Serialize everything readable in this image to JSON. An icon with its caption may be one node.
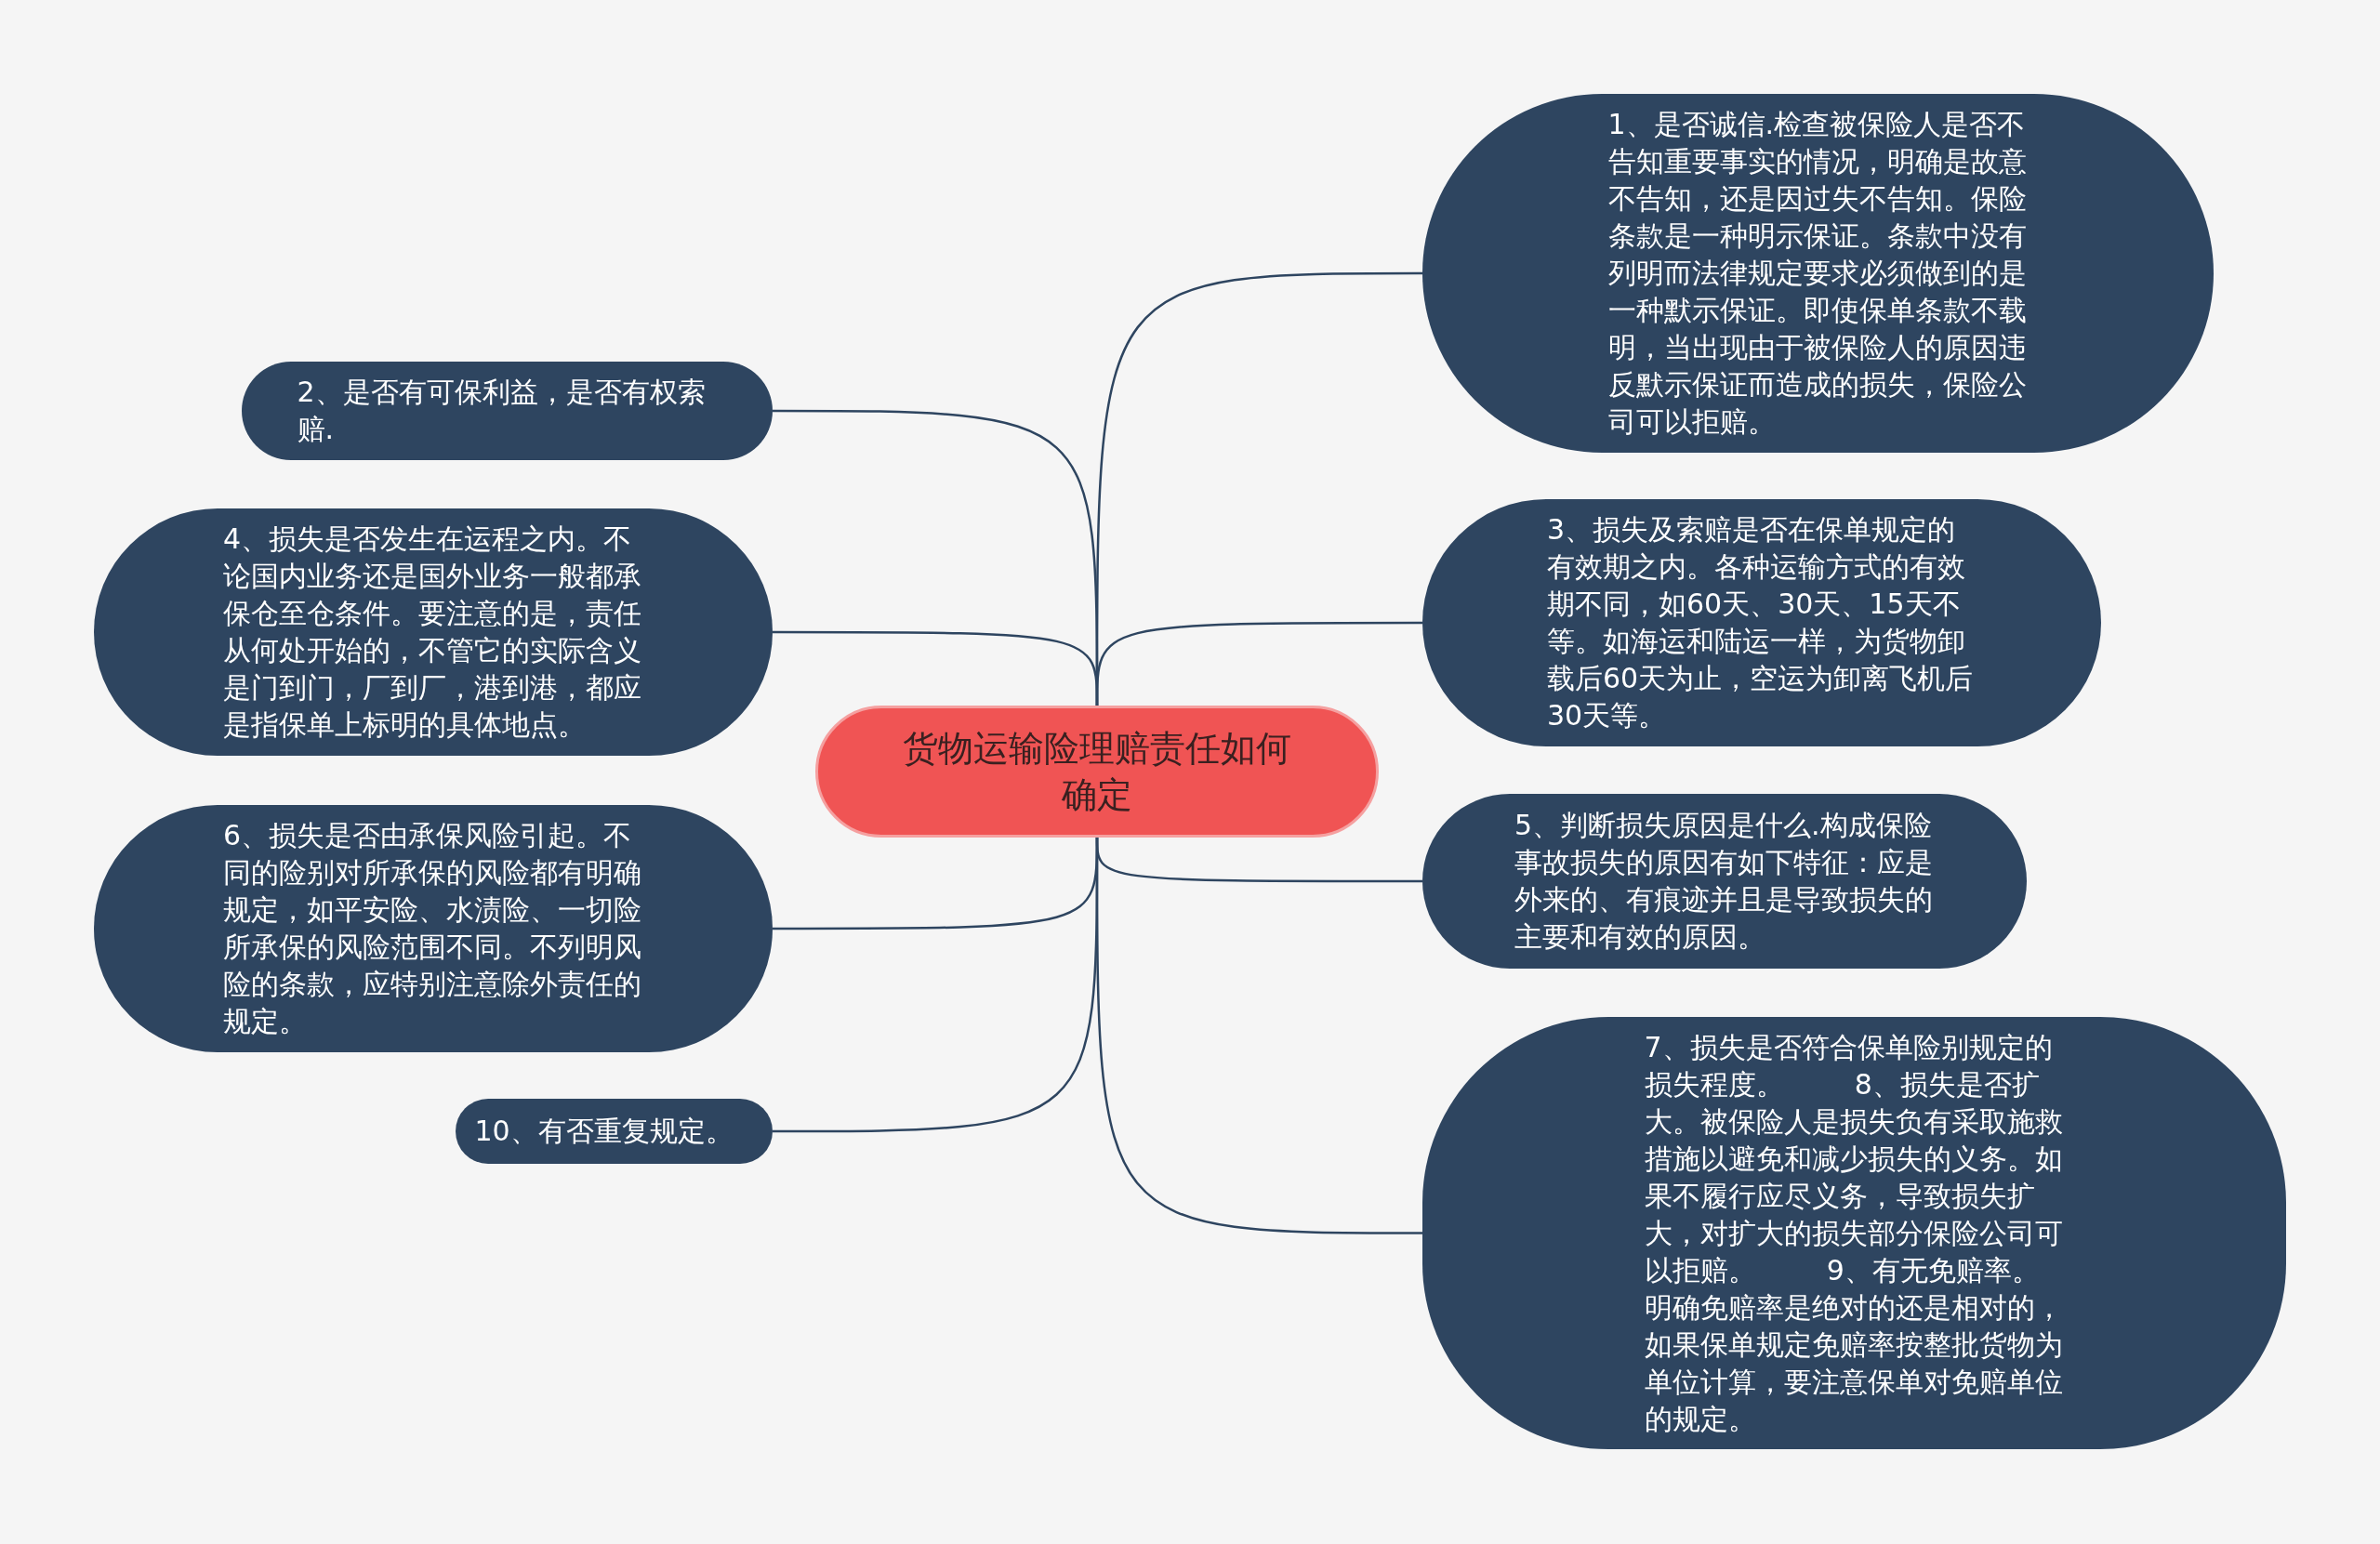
{
  "diagram": {
    "nodes": [
      {
        "text": [
          "货物运输险理赔责任如何确定"
        ]
      },
      {
        "text": [
          "1、是否诚信.检查被保险人是否不告知重要事实的情况，明确是故意不告知，还是因过失不告知。保险条款是一种明示保证。条款中没有列明而法律规定要求必须做到的是一种默示保证。即使保单条款不载明，当出现由于被保险人的原因违反默示保证而造成的损失，保险公司可以拒赔。"
        ]
      },
      {
        "text": [
          "2、是否有可保利益，是否有权索赔."
        ]
      },
      {
        "text": [
          "3、损失及索赔是否在保单规定的有效期之内。各种运输方式的有效期不同，如60天、30天、15天不等。如海运和陆运一样，为货物卸载后60天为止，空运为卸离飞机后30天等。"
        ]
      },
      {
        "text": [
          "4、损失是否发生在运程之内。不论国内业务还是国外业务一般都承保仓至仓条件。要注意的是，责任从何处开始的，不管它的实际含义是门到门，厂到厂，港到港，都应是指保单上标明的具体地点。"
        ]
      },
      {
        "text": [
          "5、判断损失原因是什么.构成保险事故损失的原因有如下特征：应是外来的、有痕迹并且是导致损失的主要和有效的原因。"
        ]
      },
      {
        "text": [
          "6、损失是否由承保风险引起。不同的险别对所承保的风险都有明确规定，如平安险、水渍险、一切险所承保的风险范围不同。不列明风险的条款，应特别注意除外责任的规定。"
        ]
      },
      {
        "text": [
          "7、损失是否符合保单险别规定的损失程度。        8、损失是否扩大。被保险人是损失负有采取施救措施以避免和减少损失的义务。如果不履行应尽义务，导致损失扩大，对扩大的损失部分保险公司可以拒赔。        9、有无免赔率。明确免赔率是绝对的还是相对的，如果保单规定免赔率按整批货物为单位计算，要注意保单对免赔单位的规定。"
        ]
      },
      {
        "text": [
          "10、有否重复规定。"
        ]
      }
    ],
    "edges": [
      {
        "from": 0,
        "to": 1,
        "arrow": "none"
      },
      {
        "from": 0,
        "to": 2,
        "arrow": "none"
      },
      {
        "from": 0,
        "to": 3,
        "arrow": "none"
      },
      {
        "from": 0,
        "to": 4,
        "arrow": "none"
      },
      {
        "from": 0,
        "to": 5,
        "arrow": "none"
      },
      {
        "from": 0,
        "to": 6,
        "arrow": "none"
      },
      {
        "from": 0,
        "to": 7,
        "arrow": "none"
      },
      {
        "from": 0,
        "to": 8,
        "arrow": "none"
      }
    ]
  }
}
